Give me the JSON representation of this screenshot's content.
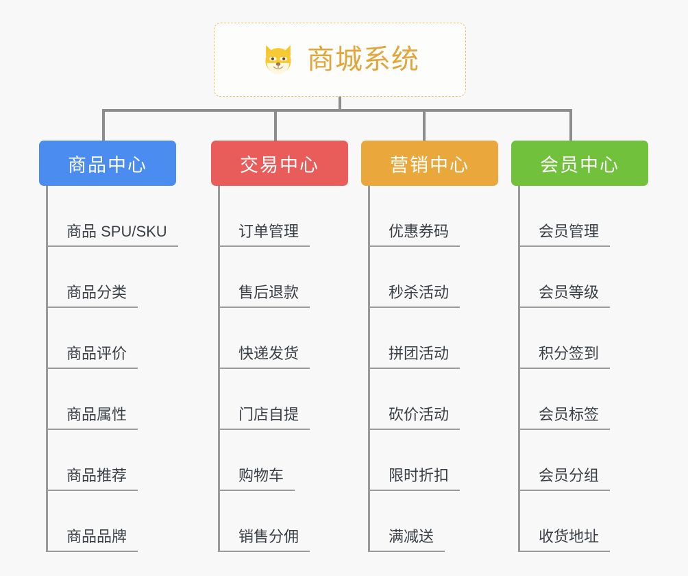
{
  "background_color": "#f8f8f8",
  "root": {
    "icon": "shiba-dog-face-icon",
    "label": "商城系统",
    "text_color": "#e0a63c",
    "border_color": "#e8bf6e"
  },
  "connector_color": "#8d8d8d",
  "categories": [
    {
      "label": "商品中心",
      "color": "#4a8cf0",
      "items": [
        "商品 SPU/SKU",
        "商品分类",
        "商品评价",
        "商品属性",
        "商品推荐",
        "商品品牌"
      ]
    },
    {
      "label": "交易中心",
      "color": "#e85d5a",
      "items": [
        "订单管理",
        "售后退款",
        "快递发货",
        "门店自提",
        "购物车",
        "销售分佣"
      ]
    },
    {
      "label": "营销中心",
      "color": "#eaa83c",
      "items": [
        "优惠券码",
        "秒杀活动",
        "拼团活动",
        "砍价活动",
        "限时折扣",
        "满减送"
      ]
    },
    {
      "label": "会员中心",
      "color": "#71c13c",
      "items": [
        "会员管理",
        "会员等级",
        "积分签到",
        "会员标签",
        "会员分组",
        "收货地址"
      ]
    }
  ]
}
